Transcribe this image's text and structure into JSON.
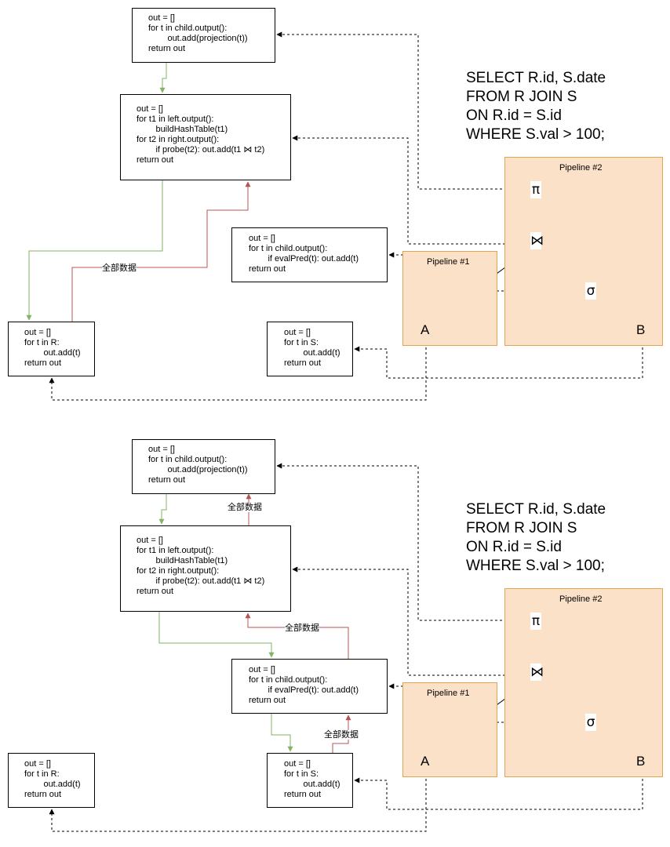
{
  "sql_query": [
    "SELECT R.id, S.date",
    "FROM R JOIN S",
    "ON R.id = S.id",
    "WHERE S.val > 100;"
  ],
  "pipeline_labels": {
    "p1": "Pipeline #1",
    "p2": "Pipeline #2"
  },
  "nodes": {
    "projection": "π",
    "join": "⋈",
    "selection": "σ",
    "table_a": "A",
    "table_b": "B"
  },
  "code": {
    "projection": [
      "out = []",
      "for t in child.output():",
      "        out.add(projection(t))",
      "return out"
    ],
    "join": [
      "out = []",
      "for t1 in left.output():",
      "        buildHashTable(t1)",
      "for t2 in right.output():",
      "        if probe(t2): out.add(t1 ⋈ t2)",
      "return out"
    ],
    "filter": [
      "out = []",
      "for t in child.output():",
      "        if evalPred(t): out.add(t)",
      "return out"
    ],
    "scan_r": [
      "out = []",
      "for t in R:",
      "        out.add(t)",
      "return out"
    ],
    "scan_s": [
      "out = []",
      "for t in S:",
      "        out.add(t)",
      "return out"
    ]
  },
  "edge_label": "全部数据",
  "colors": {
    "call_edge": "#82b366",
    "data_edge": "#b85450",
    "pipeline_fill": "#fbe1c8",
    "pipeline_border": "#e0a552"
  }
}
